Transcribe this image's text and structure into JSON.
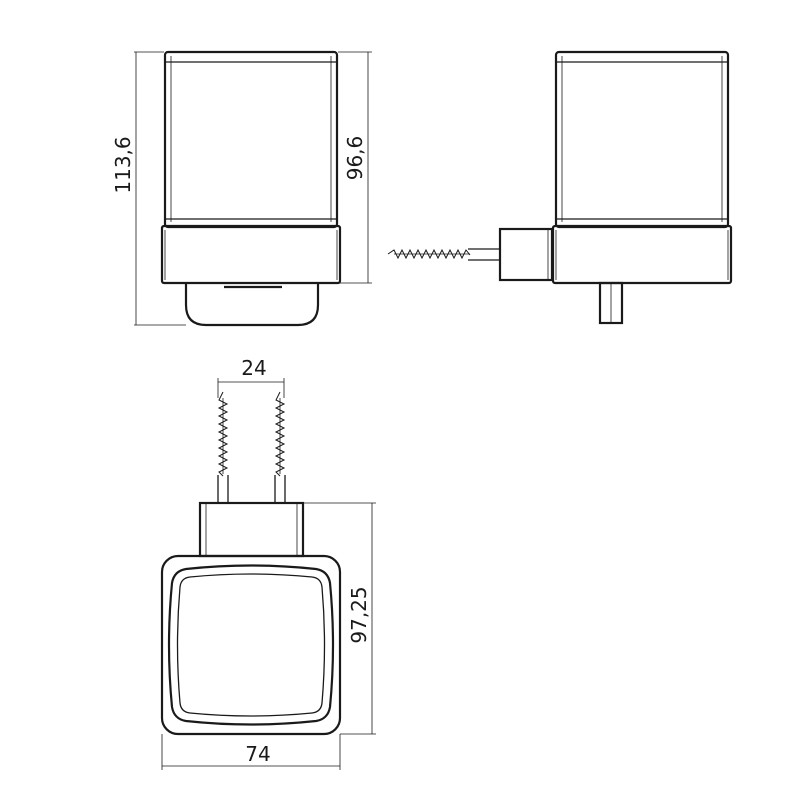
{
  "drawing": {
    "views": [
      "front-view",
      "side-view",
      "top-view"
    ],
    "line_color": "#1a1a1a",
    "background": "#ffffff"
  },
  "dimensions": {
    "overall_height": "113,6",
    "glass_height": "96,6",
    "screw_spacing": "24",
    "depth": "97,25",
    "width": "74"
  }
}
